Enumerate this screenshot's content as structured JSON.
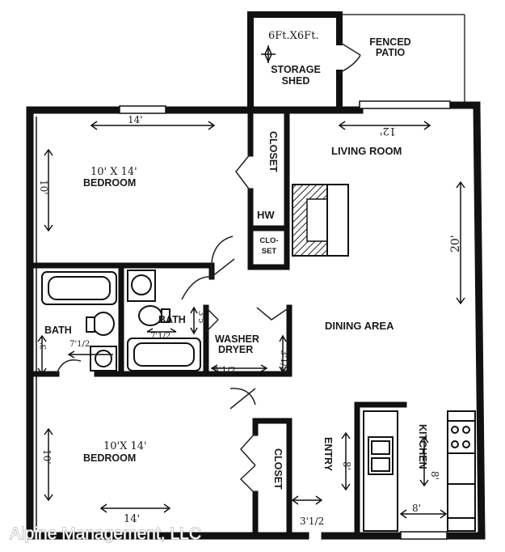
{
  "rooms": {
    "storage_dims": "6Ft.X6Ft.",
    "storage_shed_line1": "STORAGE",
    "storage_shed_line2": "SHED",
    "fenced_patio_line1": "FENCED",
    "fenced_patio_line2": "PATIO",
    "bedroom1_dims": "10' X 14'",
    "bedroom1": "BEDROOM",
    "closet1": "CLOSET",
    "hw": "HW",
    "closet_small_line1": "CLO-",
    "closet_small_line2": "SET",
    "living_room": "LIVING ROOM",
    "dining_area": "DINING AREA",
    "bath1": "BATH",
    "bath2": "BATH",
    "washer_dryer_line1": "WASHER",
    "washer_dryer_line2": "DRYER",
    "bedroom2_dims": "10'X 14'",
    "bedroom2": "BEDROOM",
    "closet2": "CLOSET",
    "entry": "ENTRY",
    "kitchen": "KITCHEN"
  },
  "dimensions": {
    "bedroom1_width": "14'",
    "bedroom1_height": "10'",
    "living_width": "12'",
    "living_height": "20'",
    "bath1_width": "7'1/2",
    "bath1_height": "3'",
    "bath2_width": "7'1/2",
    "bath2_height": "3'5",
    "washer_width": "5'1/2",
    "washer_height": "3'1/2",
    "bedroom2_height": "10'",
    "bedroom2_width": "14'",
    "entry_dim": "8'",
    "entry_width": "3'1/2",
    "kitchen_height": "8'",
    "kitchen_width": "8'"
  },
  "watermark": "Alpine Management, LLC"
}
